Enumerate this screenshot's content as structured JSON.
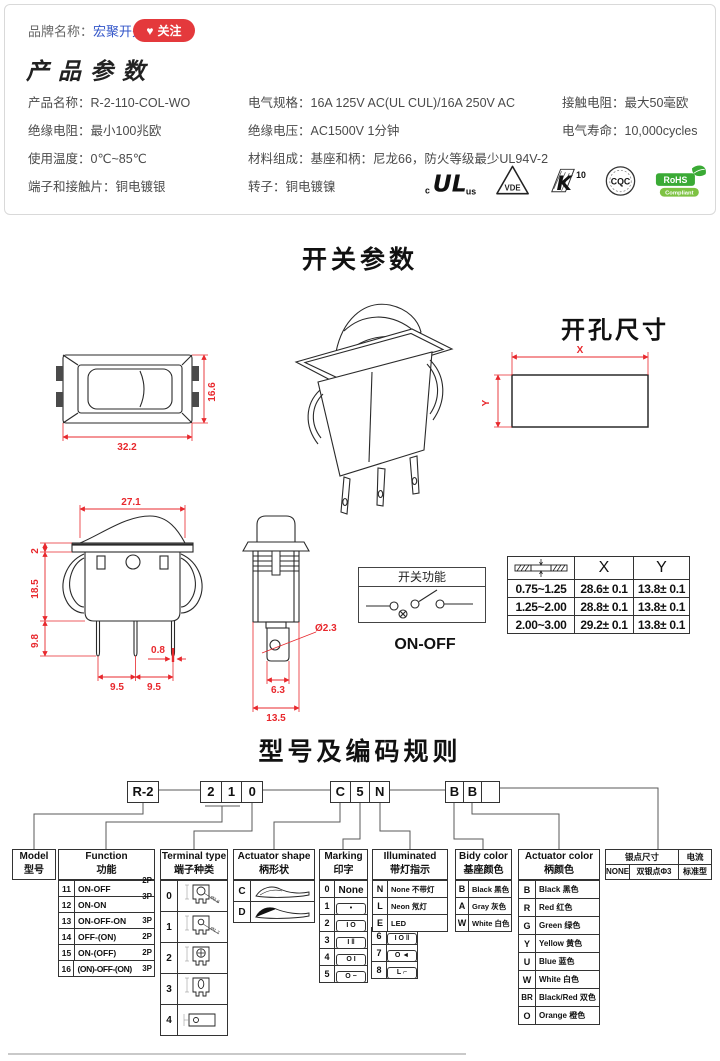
{
  "header": {
    "brand_label": "品牌名称：",
    "brand_name": "宏聚开关",
    "heart": "♥",
    "follow": "关注"
  },
  "product": {
    "title": "产品参数",
    "specs": {
      "r1c1": "产品名称：R-2-110-COL-WO",
      "r1c2": "电气规格：16A  125V  AC(UL CUL)/16A 250V  AC",
      "r1c3": "接触电阻：最大50毫欧",
      "r2c1": "绝缘电阻：最小100兆欧",
      "r2c2": "绝缘电压：AC1500V 1分钟",
      "r2c3": "电气寿命：10,000cycles",
      "r3c1": "使用温度：0℃~85℃",
      "r3c2": "材料组成：基座和柄：尼龙66，防火等级最少UL94V-2",
      "r4c1": "端子和接触片：铜电镀银",
      "r4c2": "转子：铜电镀镍"
    },
    "certs": {
      "ul_c": "c",
      "ul": "UL",
      "ul_us": "us",
      "vde": "VDE",
      "k": "K",
      "k10": "10",
      "cqc": "CQC",
      "rohs": "RoHS",
      "rohs_sub": "Compliant"
    }
  },
  "sections": {
    "switch_title": "开关参数",
    "coding_title": "型号及编码规则"
  },
  "drawings": {
    "topview": {
      "width": "32.2",
      "height": "16.6"
    },
    "cutout": {
      "title": "开孔尺寸",
      "x": "X",
      "y": "Y"
    },
    "front": {
      "w": "27.1",
      "flange": "2",
      "h": "18.5",
      "pin": "9.8",
      "pin_t": "0.8",
      "pitch1": "9.5",
      "pitch2": "9.5"
    },
    "side": {
      "hole": "Ø2.3",
      "pin_w": "6.3",
      "w": "13.5"
    },
    "func": {
      "title": "开关功能",
      "mode": "ON-OFF"
    }
  },
  "xy_table": {
    "x": "X",
    "y": "Y",
    "rows": [
      {
        "t": "0.75~1.25",
        "x": "28.6± 0.1",
        "y": "13.8± 0.1"
      },
      {
        "t": "1.25~2.00",
        "x": "28.8± 0.1",
        "y": "13.8± 0.1"
      },
      {
        "t": "2.00~3.00",
        "x": "29.2± 0.1",
        "y": "13.8± 0.1"
      }
    ]
  },
  "coding": {
    "code": {
      "model": "R-2",
      "d1": "2",
      "d2": "1",
      "d3": "0",
      "a1": "C",
      "a2": "5",
      "a3": "N",
      "b1": "B",
      "b2": "B",
      "b3": ""
    },
    "model_box": {
      "en": "Model",
      "cn": "型号"
    },
    "function": {
      "en": "Function",
      "cn": "功能",
      "rows": [
        {
          "num": "11",
          "label": "ON-OFF",
          "p": "2P"
        },
        {
          "num": "12",
          "label": "ON-ON",
          "p": "3P"
        },
        {
          "num": "13",
          "label": "ON-OFF-ON",
          "p": "3P"
        },
        {
          "num": "14",
          "label": "OFF-(ON)",
          "p": "2P"
        },
        {
          "num": "15",
          "label": "ON-(OFF)",
          "p": "2P"
        },
        {
          "num": "16",
          "label": "(ON)-OFF-(ON)",
          "p": "3P"
        }
      ]
    },
    "terminal": {
      "en": "Terminal type",
      "cn": "端子种类",
      "rows": [
        {
          "num": "0",
          "note": "Ø2.8"
        },
        {
          "num": "1",
          "note": "Ø1.7"
        },
        {
          "num": "2",
          "note": ""
        },
        {
          "num": "3",
          "note": ""
        },
        {
          "num": "4",
          "note": ""
        }
      ]
    },
    "actuator_shape": {
      "en": "Actuator shape",
      "cn": "柄形状",
      "rows": [
        {
          "code": "C"
        },
        {
          "code": "D"
        }
      ]
    },
    "marking": {
      "en": "Marking",
      "cn": "印字",
      "rows": [
        {
          "num": "0",
          "sym": "None"
        },
        {
          "num": "1",
          "sym": "•"
        },
        {
          "num": "2",
          "sym": "I  O"
        },
        {
          "num": "3",
          "sym": "I ‖"
        },
        {
          "num": "4",
          "sym": "O I"
        },
        {
          "num": "5",
          "sym": "O −"
        }
      ],
      "ext": [
        {
          "num": "6",
          "sym": "I O ‖"
        },
        {
          "num": "7",
          "sym": "O ◄"
        },
        {
          "num": "8",
          "sym": "L ⌐"
        }
      ]
    },
    "illuminated": {
      "en": "Illuminated",
      "cn": "带灯指示",
      "rows": [
        {
          "code": "N",
          "label": "None 不带灯"
        },
        {
          "code": "L",
          "label": "Neon 氖灯"
        },
        {
          "code": "E",
          "label": "LED"
        }
      ]
    },
    "body_color": {
      "en": "Bidy color",
      "cn": "基座颜色",
      "rows": [
        {
          "code": "B",
          "label": "Black 黑色"
        },
        {
          "code": "A",
          "label": "Gray 灰色"
        },
        {
          "code": "W",
          "label": "White 白色"
        }
      ]
    },
    "actuator_color": {
      "en": "Actuator color",
      "cn": "柄颜色",
      "rows": [
        {
          "code": "B",
          "label": "Black 黑色"
        },
        {
          "code": "R",
          "label": "Red 红色"
        },
        {
          "code": "G",
          "label": "Green 绿色"
        },
        {
          "code": "Y",
          "label": "Yellow 黄色"
        },
        {
          "code": "U",
          "label": "Blue 蓝色"
        },
        {
          "code": "W",
          "label": "White 白色"
        },
        {
          "code": "BR",
          "label": "Black/Red 双色"
        },
        {
          "code": "O",
          "label": "Orange 橙色"
        }
      ]
    },
    "silver": {
      "h1": "银点尺寸",
      "h2": "电流",
      "c1": "NONE",
      "c2": "双银点Φ3",
      "c3": "标准型"
    }
  },
  "colors": {
    "accent_red": "#e4393c",
    "dim_red": "#e8282d",
    "link_blue": "#3356c9",
    "rohs_green": "#3aaa35"
  }
}
